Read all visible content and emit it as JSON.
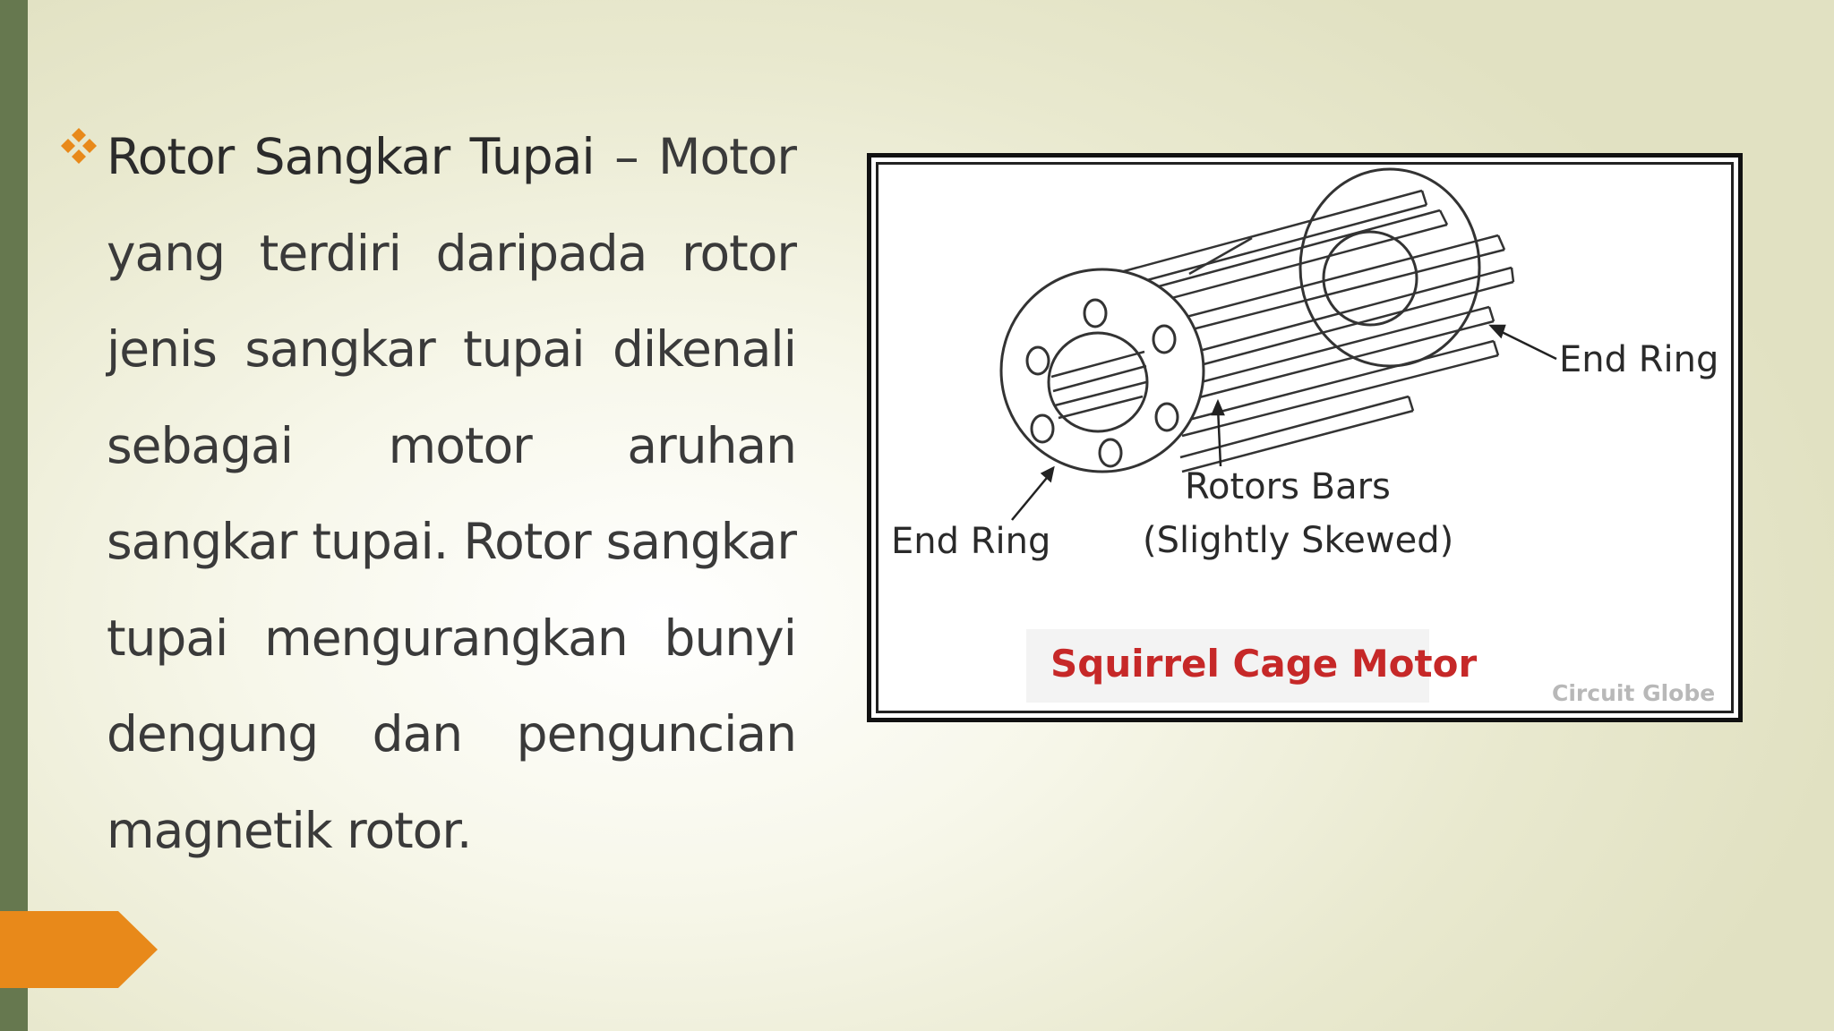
{
  "slide": {
    "bullet_heading": "Rotor Sangkar Tupai",
    "bullet_body": " – Motor yang terdiri daripada rotor jenis sangkar tupai dikenali sebagai motor aruhan sangkar tupai. Rotor sangkar tupai mengurangkan bunyi dengung dan penguncian magnetik rotor.",
    "bullet_icon": "four-diamond-bullet-icon",
    "accent_color": "#e8891a",
    "bar_color": "#66784f"
  },
  "figure": {
    "label_end_ring_left": "End Ring",
    "label_end_ring_right": "End Ring",
    "label_rotor_bars_1": "Rotors Bars",
    "label_rotor_bars_2": "(Slightly Skewed)",
    "caption": "Squirrel Cage Motor",
    "watermark": "Circuit Globe"
  }
}
